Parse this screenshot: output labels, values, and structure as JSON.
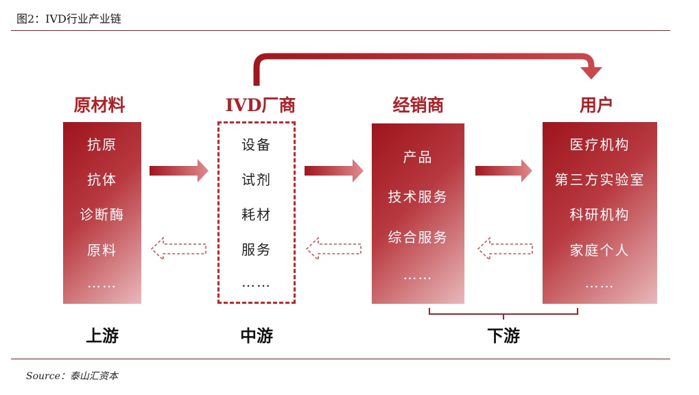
{
  "caption": "图2：IVD行业产业链",
  "source": "Source：泰山汇资本",
  "columns": [
    {
      "title": "原材料",
      "items": [
        "抗原",
        "抗体",
        "诊断酶",
        "原料",
        "……"
      ]
    },
    {
      "title": "IVD厂商",
      "items": [
        "设备",
        "试剂",
        "耗材",
        "服务",
        "……"
      ]
    },
    {
      "title": "经销商",
      "items": [
        "产品",
        "技术服务",
        "综合服务",
        "……"
      ]
    },
    {
      "title": "用户",
      "items": [
        "医疗机构",
        "第三方实验室",
        "科研机构",
        "家庭个人",
        "……"
      ]
    }
  ],
  "stages": {
    "upstream": "上游",
    "midstream": "中游",
    "downstream": "下游"
  },
  "colors": {
    "accent": "#b21e23",
    "box_dark": "#9e141c",
    "box_light": "#e9b8ba",
    "dashed_border": "#d0202a"
  }
}
